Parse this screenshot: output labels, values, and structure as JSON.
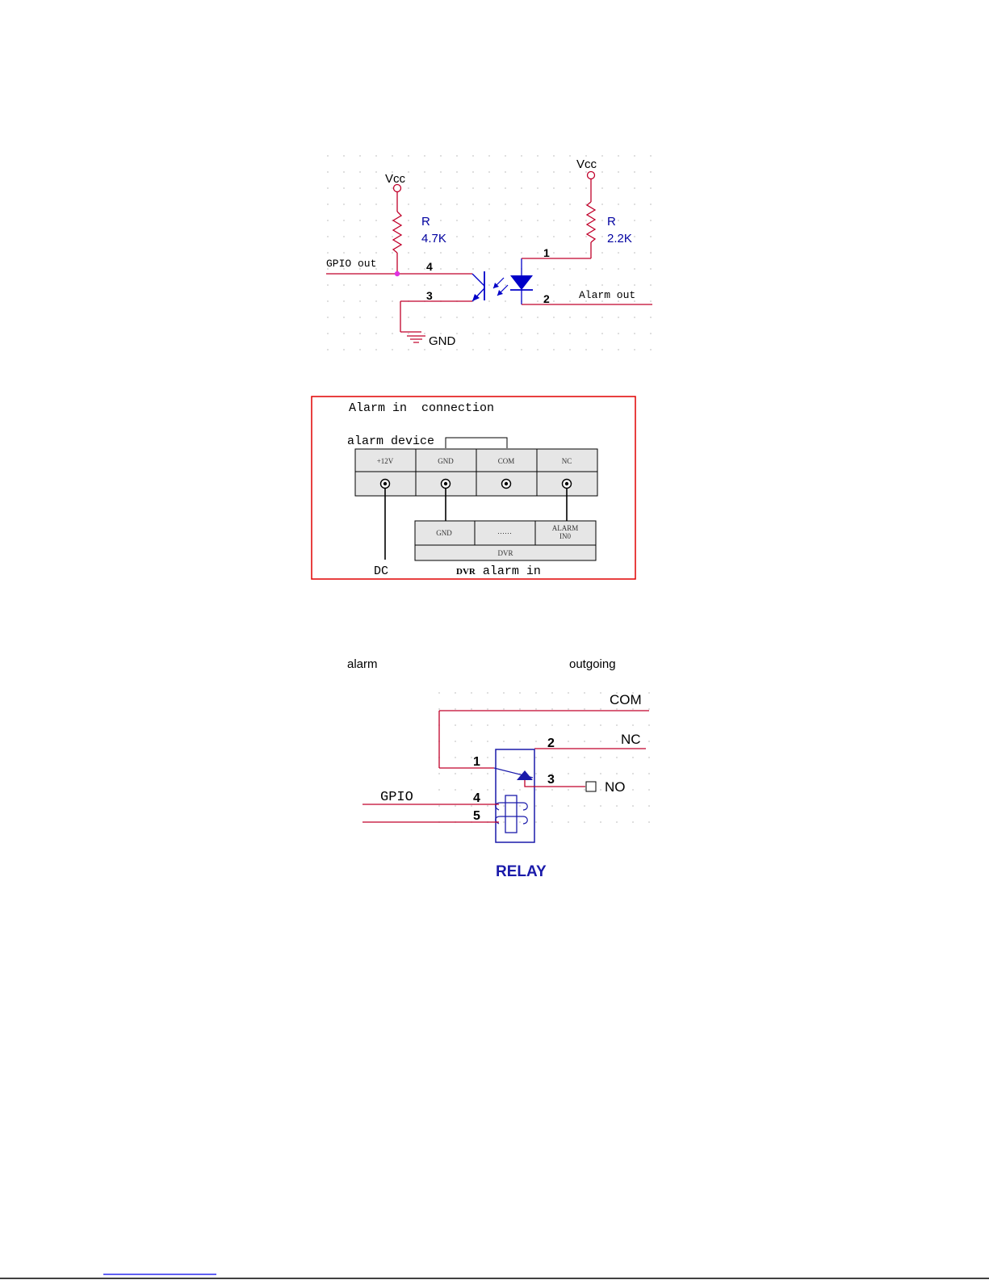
{
  "colors": {
    "wire_red": "#c0002a",
    "wire_blue": "#0000c8",
    "component_blue": "#1a1aaa",
    "frame_red": "#e00000",
    "junction": "#e030e0",
    "grid_dot": "#c8c8c8",
    "box_fill": "#e6e6e6"
  },
  "optocoupler": {
    "vcc_left": "Vcc",
    "r_left_name": "R",
    "r_left_value": "4.7K",
    "gpio_out": "GPIO out",
    "pin4": "4",
    "pin3": "3",
    "gnd": "GND",
    "vcc_right": "Vcc",
    "r_right_name": "R",
    "r_right_value": "2.2K",
    "pin1": "1",
    "pin2": "2",
    "alarm_out": "Alarm out"
  },
  "alarm_in": {
    "title": "Alarm in  connection",
    "device_label": "alarm device",
    "terminals": [
      "+12V",
      "GND",
      "COM",
      "NC"
    ],
    "dvr_cells": [
      "GND",
      "……",
      "ALARM",
      "IN0"
    ],
    "dvr_label": "DVR",
    "dc_label": "DC",
    "caption_bold": "DVR",
    "caption_rest": " alarm in"
  },
  "relay": {
    "alarm_label": "alarm",
    "outgoing_label": "outgoing",
    "com": "COM",
    "nc": "NC",
    "no": "NO",
    "pin1": "1",
    "pin2": "2",
    "pin3": "3",
    "pin4": "4",
    "pin5": "5",
    "gpio": "GPIO",
    "title": "RELAY"
  }
}
